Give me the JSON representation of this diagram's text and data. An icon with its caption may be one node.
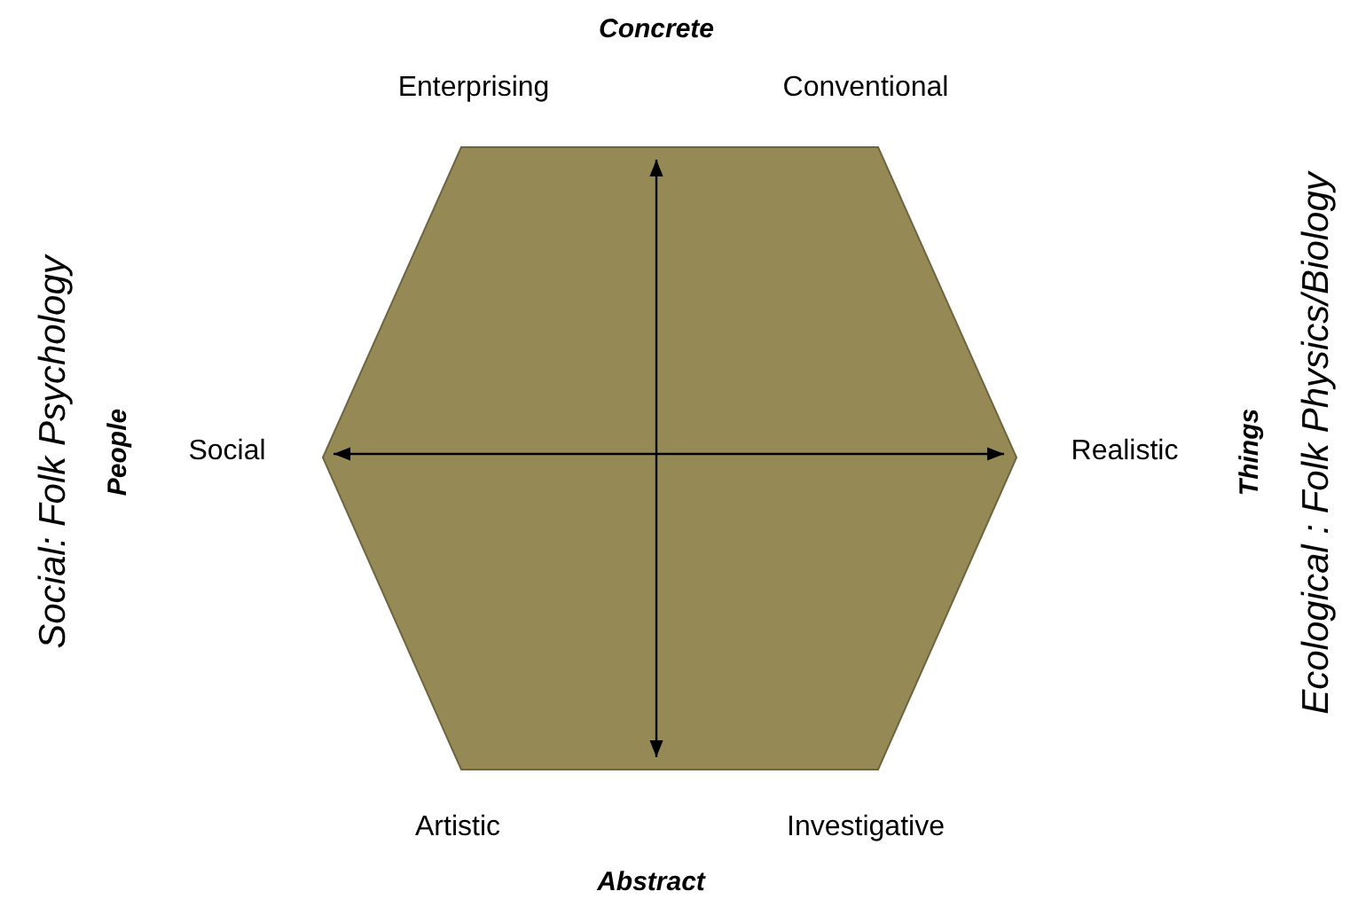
{
  "diagram": {
    "labels": [
      "Concrete",
      "Enterprising",
      "Conventional",
      "Social: Folk Psychology",
      "People",
      "Social",
      "Realistic",
      "Things",
      "Ecological : Folk Physics/Biology",
      "Artistic",
      "Investigative",
      "Abstract"
    ]
  }
}
